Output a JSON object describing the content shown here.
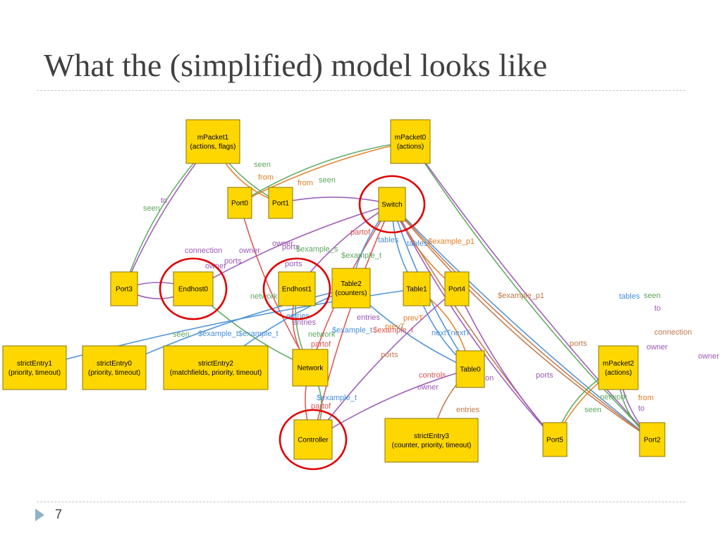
{
  "slide": {
    "title": "What the (simplified) model looks like",
    "page_number": "7"
  },
  "colors": {
    "node_fill": "#ffd700",
    "highlight": "#e00000",
    "title_text": "#404040"
  },
  "nodes": [
    {
      "id": "mPacket1",
      "lines": [
        "mPacket1",
        "(actions, flags)"
      ]
    },
    {
      "id": "mPacket0",
      "lines": [
        "mPacket0",
        "(actions)"
      ]
    },
    {
      "id": "Port0",
      "lines": [
        "Port0"
      ]
    },
    {
      "id": "Port1",
      "lines": [
        "Port1"
      ]
    },
    {
      "id": "Switch",
      "lines": [
        "Switch"
      ]
    },
    {
      "id": "Port3",
      "lines": [
        "Port3"
      ]
    },
    {
      "id": "Endhost0",
      "lines": [
        "Endhost0"
      ]
    },
    {
      "id": "Endhost1",
      "lines": [
        "Endhost1"
      ]
    },
    {
      "id": "Table2",
      "lines": [
        "Table2",
        "(counters)"
      ]
    },
    {
      "id": "Table1",
      "lines": [
        "Table1"
      ]
    },
    {
      "id": "Port4",
      "lines": [
        "Port4"
      ]
    },
    {
      "id": "strictEntry1",
      "lines": [
        "strictEntry1",
        "(priority, timeout)"
      ]
    },
    {
      "id": "strictEntry0",
      "lines": [
        "strictEntry0",
        "(priority, timeout)"
      ]
    },
    {
      "id": "strictEntry2",
      "lines": [
        "strictEntry2",
        "(matchfields, priority, timeout)"
      ]
    },
    {
      "id": "Network",
      "lines": [
        "Network"
      ]
    },
    {
      "id": "Table0",
      "lines": [
        "Table0"
      ]
    },
    {
      "id": "mPacket2",
      "lines": [
        "mPacket2",
        "(actions)"
      ]
    },
    {
      "id": "Controller",
      "lines": [
        "Controller"
      ]
    },
    {
      "id": "strictEntry3",
      "lines": [
        "strictEntry3",
        "(counter, priority, timeout)"
      ]
    },
    {
      "id": "Port5",
      "lines": [
        "Port5"
      ]
    },
    {
      "id": "Port2",
      "lines": [
        "Port2"
      ]
    }
  ],
  "highlighted": [
    "Switch",
    "Endhost0",
    "Endhost1",
    "Controller"
  ],
  "edges": [
    {
      "from": "mPacket1",
      "to": "Port3",
      "label": "to",
      "color": "#9b59b6"
    },
    {
      "from": "mPacket1",
      "to": "Port3",
      "label": "seen",
      "color": "#5fa85f"
    },
    {
      "from": "mPacket1",
      "to": "Port1",
      "label": "seen",
      "color": "#5fa85f"
    },
    {
      "from": "mPacket1",
      "to": "Port1",
      "label": "from",
      "color": "#e67e22"
    },
    {
      "from": "mPacket0",
      "to": "Port0",
      "label": "from",
      "color": "#e67e22"
    },
    {
      "from": "mPacket0",
      "to": "Port0",
      "label": "seen",
      "color": "#5fa85f"
    },
    {
      "from": "mPacket0",
      "to": "Port2",
      "label": "",
      "color": "#9b59b6"
    },
    {
      "from": "mPacket0",
      "to": "Port2",
      "label": "",
      "color": "#5fa85f"
    },
    {
      "from": "Switch",
      "to": "Port1",
      "label": "ports",
      "color": "#9b59b6"
    },
    {
      "from": "Port0",
      "to": "Network",
      "label": "partof",
      "color": "#d9534f"
    },
    {
      "from": "Endhost0",
      "to": "Port3",
      "label": "connection",
      "color": "#9b59b6"
    },
    {
      "from": "Port3",
      "to": "Endhost0",
      "label": "owner",
      "color": "#9b59b6"
    },
    {
      "from": "Switch",
      "to": "Endhost0",
      "label": "ports",
      "color": "#9b59b6"
    },
    {
      "from": "Switch",
      "to": "Endhost1",
      "label": "ports",
      "color": "#9b59b6"
    },
    {
      "from": "Switch",
      "to": "Network",
      "label": "partof",
      "color": "#d9534f"
    },
    {
      "from": "Switch",
      "to": "Table2",
      "label": "tables",
      "color": "#4a90d9"
    },
    {
      "from": "Switch",
      "to": "Table1",
      "label": "tables",
      "color": "#4a90d9"
    },
    {
      "from": "Switch",
      "to": "Table0",
      "label": "$example_t",
      "color": "#4a90d9"
    },
    {
      "from": "Switch",
      "to": "Port4",
      "label": "$example_p1",
      "color": "#e67e22"
    },
    {
      "from": "Switch",
      "to": "Port5",
      "label": "$example_p1",
      "color": "#c0784a"
    },
    {
      "from": "Switch",
      "to": "Port5",
      "label": "owner",
      "color": "#9b59b6"
    },
    {
      "from": "Switch",
      "to": "Port2",
      "label": "tables",
      "color": "#4a90d9"
    },
    {
      "from": "Switch",
      "to": "Port2",
      "label": "connection",
      "color": "#c0784a"
    },
    {
      "from": "Switch",
      "to": "Port2",
      "label": "ports",
      "color": "#c0784a"
    },
    {
      "from": "Switch",
      "to": "Controller",
      "label": "controls",
      "color": "#d9534f"
    },
    {
      "from": "Endhost0",
      "to": "Network",
      "label": "network",
      "color": "#5fa85f"
    },
    {
      "from": "Endhost1",
      "to": "Network",
      "label": "network",
      "color": "#5fa85f"
    },
    {
      "from": "Endhost1",
      "to": "Network",
      "label": "partof",
      "color": "#d9534f"
    },
    {
      "from": "Table2",
      "to": "strictEntry2",
      "label": "entries",
      "color": "#4a90d9"
    },
    {
      "from": "Table2",
      "to": "strictEntry0",
      "label": "$example_t",
      "color": "#4a90d9"
    },
    {
      "from": "Table1",
      "to": "strictEntry1",
      "label": "$example_t",
      "color": "#4a90d9"
    },
    {
      "from": "Table1",
      "to": "Table0",
      "label": "nextT",
      "color": "#4a90d9"
    },
    {
      "from": "Table0",
      "to": "Table1",
      "label": "prevT",
      "color": "#e67e22"
    },
    {
      "from": "Table2",
      "to": "Table0",
      "label": "entries",
      "color": "#4a90d9"
    },
    {
      "from": "Table0",
      "to": "Controller",
      "label": "owner",
      "color": "#9b59b6"
    },
    {
      "from": "Table0",
      "to": "strictEntry3",
      "label": "entries",
      "color": "#c0784a"
    },
    {
      "from": "Port4",
      "to": "Port5",
      "label": "connection",
      "color": "#9b59b6"
    },
    {
      "from": "Port4",
      "to": "Controller",
      "label": "ports",
      "color": "#9b59b6"
    },
    {
      "from": "Network",
      "to": "Controller",
      "label": "partof",
      "color": "#d9534f"
    },
    {
      "from": "Controller",
      "to": "Network",
      "label": "network",
      "color": "#5fa85f"
    },
    {
      "from": "mPacket2",
      "to": "Port5",
      "label": "from",
      "color": "#e67e22"
    },
    {
      "from": "mPacket2",
      "to": "Port5",
      "label": "seen",
      "color": "#5fa85f"
    },
    {
      "from": "mPacket2",
      "to": "Port2",
      "label": "to",
      "color": "#9b59b6"
    },
    {
      "from": "mPacket2",
      "to": "Port2",
      "label": "seen",
      "color": "#5fa85f"
    }
  ],
  "free_labels": [
    {
      "text": "seen",
      "color": "#5fa85f"
    },
    {
      "text": "from",
      "color": "#e67e22"
    },
    {
      "text": "from",
      "color": "#e67e22"
    },
    {
      "text": "seen",
      "color": "#5fa85f"
    },
    {
      "text": "to",
      "color": "#9b59b6"
    },
    {
      "text": "seen",
      "color": "#5fa85f"
    },
    {
      "text": "partof",
      "color": "#d9534f"
    },
    {
      "text": "tables",
      "color": "#4a90d9"
    },
    {
      "text": "tables",
      "color": "#4a90d9"
    },
    {
      "text": "$example_p1",
      "color": "#e67e22"
    },
    {
      "text": "ports",
      "color": "#9b59b6"
    },
    {
      "text": "connection",
      "color": "#9b59b6"
    },
    {
      "text": "owner",
      "color": "#9b59b6"
    },
    {
      "text": "owner",
      "color": "#9b59b6"
    },
    {
      "text": "$example_s",
      "color": "#5fa85f"
    },
    {
      "text": "$example_t",
      "color": "#5fa85f"
    },
    {
      "text": "ports",
      "color": "#9b59b6"
    },
    {
      "text": "owner",
      "color": "#9b59b6"
    },
    {
      "text": "ports",
      "color": "#9b59b6"
    },
    {
      "text": "network",
      "color": "#5fa85f"
    },
    {
      "text": "entries",
      "color": "#4a90d9"
    },
    {
      "text": "entries",
      "color": "#9b59b6"
    },
    {
      "text": "network",
      "color": "#5fa85f"
    },
    {
      "text": "partof",
      "color": "#d9534f"
    },
    {
      "text": "$example_t$example_t",
      "color": "#4a90d9"
    },
    {
      "text": "$example_t",
      "color": "#4a90d9"
    },
    {
      "text": "$example_t",
      "color": "#d9534f"
    },
    {
      "text": "entries",
      "color": "#9b59b6"
    },
    {
      "text": "prevT",
      "color": "#e67e22"
    },
    {
      "text": "prevT",
      "color": "#e67e22"
    },
    {
      "text": "nextTnextT",
      "color": "#4a90d9"
    },
    {
      "text": "$example_p1",
      "color": "#c0784a"
    },
    {
      "text": "tables",
      "color": "#4a90d9"
    },
    {
      "text": "seen",
      "color": "#5fa85f"
    },
    {
      "text": "to",
      "color": "#9b59b6"
    },
    {
      "text": "connection",
      "color": "#c0784a"
    },
    {
      "text": "owner",
      "color": "#9b59b6"
    },
    {
      "text": "ports",
      "color": "#c0784a"
    },
    {
      "text": "owner",
      "color": "#9b59b6"
    },
    {
      "text": "ports",
      "color": "#c0784a"
    },
    {
      "text": "controls",
      "color": "#d9534f"
    },
    {
      "text": "owner",
      "color": "#9b59b6"
    },
    {
      "text": "ports",
      "color": "#9b59b6"
    },
    {
      "text": "connection",
      "color": "#9b59b6"
    },
    {
      "text": "entries",
      "color": "#c0784a"
    },
    {
      "text": "$example_t",
      "color": "#4a90d9"
    },
    {
      "text": "partof",
      "color": "#d9534f"
    },
    {
      "text": "network",
      "color": "#5fa85f"
    },
    {
      "text": "seen",
      "color": "#5fa85f"
    },
    {
      "text": "from",
      "color": "#e67e22"
    },
    {
      "text": "to",
      "color": "#9b59b6"
    },
    {
      "text": "seen",
      "color": "#5fa85f"
    }
  ]
}
